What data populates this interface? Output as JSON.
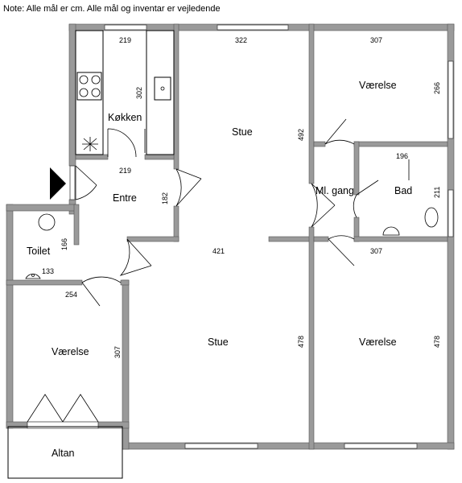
{
  "note": "Note: Alle mål er cm. Alle mål og inventar er vejledende",
  "rooms": {
    "kokken": "Køkken",
    "stue_top": "Stue",
    "vaerelse_top": "Værelse",
    "entre": "Entre",
    "ml_gang": "Ml. gang",
    "bad": "Bad",
    "toilet": "Toilet",
    "vaerelse_left": "Værelse",
    "stue_bottom": "Stue",
    "vaerelse_bottom": "Værelse",
    "altan": "Altan"
  },
  "dimensions": {
    "kokken_width": "219",
    "kokken_depth": "302",
    "stue_top_width": "322",
    "stue_top_depth": "492",
    "vaerelse_top_width": "307",
    "vaerelse_top_depth": "266",
    "bad_width": "196",
    "bad_depth": "211",
    "entre_width": "219",
    "entre_depth": "182",
    "stue_bottom_width": "421",
    "stue_bottom_depth": "478",
    "vaerelse_bottom_width": "307",
    "vaerelse_bottom_depth": "478",
    "toilet_depth": "166",
    "toilet_width": "133",
    "vaerelse_left_width": "254",
    "vaerelse_left_depth": "307"
  }
}
